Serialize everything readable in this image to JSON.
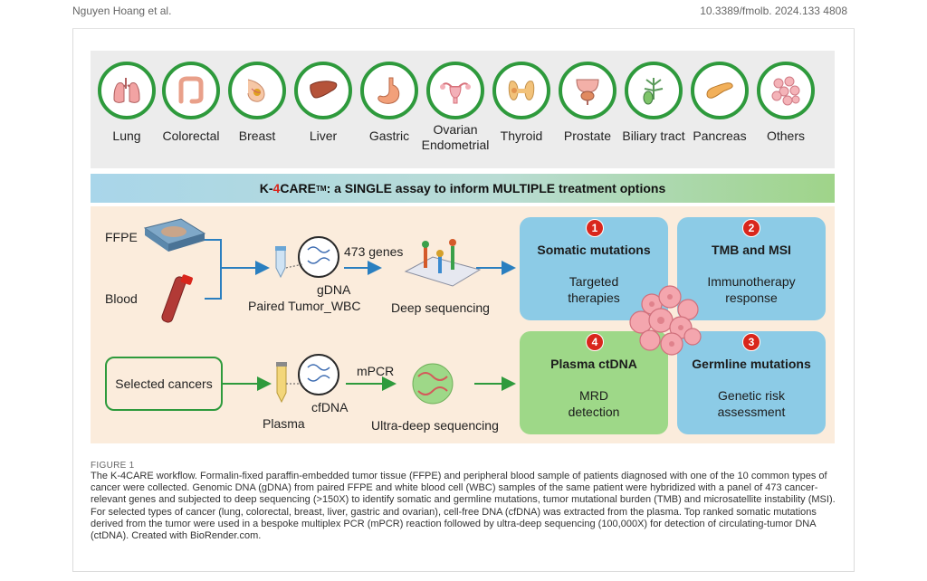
{
  "header": {
    "authors": "Nguyen Hoang et al.",
    "doi": "10.3389/fmolb. 2024.133 4808"
  },
  "organs": [
    {
      "label": "Lung",
      "icon": "lung-icon"
    },
    {
      "label": "Colorectal",
      "icon": "colon-icon"
    },
    {
      "label": "Breast",
      "icon": "breast-icon"
    },
    {
      "label": "Liver",
      "icon": "liver-icon"
    },
    {
      "label": "Gastric",
      "icon": "stomach-icon"
    },
    {
      "label": "Ovarian\nEndometrial",
      "icon": "uterus-icon"
    },
    {
      "label": "Thyroid",
      "icon": "thyroid-icon"
    },
    {
      "label": "Prostate",
      "icon": "prostate-icon"
    },
    {
      "label": "Biliary tract",
      "icon": "biliary-icon"
    },
    {
      "label": "Pancreas",
      "icon": "pancreas-icon"
    },
    {
      "label": "Others",
      "icon": "cells-icon"
    }
  ],
  "banner": {
    "prefix": "K-",
    "highlight": "4",
    "name": "CARE",
    "tm": "TM",
    "rest": ": a SINGLE assay to inform MULTIPLE treatment options"
  },
  "workflow": {
    "ffpe": "FFPE",
    "blood": "Blood",
    "gdna": "gDNA",
    "paired": "Paired Tumor_WBC",
    "genes": "473 genes",
    "deep_seq": "Deep sequencing",
    "selected": "Selected cancers",
    "plasma": "Plasma",
    "cfdna": "cfDNA",
    "mpcr": "mPCR",
    "ultra_seq": "Ultra-deep sequencing"
  },
  "outcomes": [
    {
      "num": "1",
      "title": "Somatic mutations",
      "sub": "Targeted\ntherapies"
    },
    {
      "num": "2",
      "title": "TMB and MSI",
      "sub": "Immunotherapy\nresponse"
    },
    {
      "num": "3",
      "title": "Germline mutations",
      "sub": "Genetic risk\nassessment"
    },
    {
      "num": "4",
      "title": "Plasma ctDNA",
      "sub": "MRD\ndetection"
    }
  ],
  "caption": {
    "label": "FIGURE 1",
    "text": "The K-4CARE workflow. Formalin-fixed paraffin-embedded tumor tissue (FFPE) and peripheral blood sample of patients diagnosed with one of the 10 common types of cancer were collected. Genomic DNA (gDNA) from paired FFPE and white blood cell (WBC) samples of the same patient were hybridized with a panel of 473 cancer-relevant genes and subjected to deep sequencing (>150X) to identify somatic and germline mutations, tumor mutational burden (TMB) and microsatellite instability (MSI). For selected types of cancer (lung, colorectal, breast, liver, gastric and ovarian), cell-free DNA (cfDNA) was extracted from the plasma. Top ranked somatic mutations derived from the tumor were used in a bespoke multiplex PCR (mPCR) reaction followed by ultra-deep sequencing (100,000X) for detection of circulating-tumor DNA (ctDNA). Created with BioRender.com."
  }
}
